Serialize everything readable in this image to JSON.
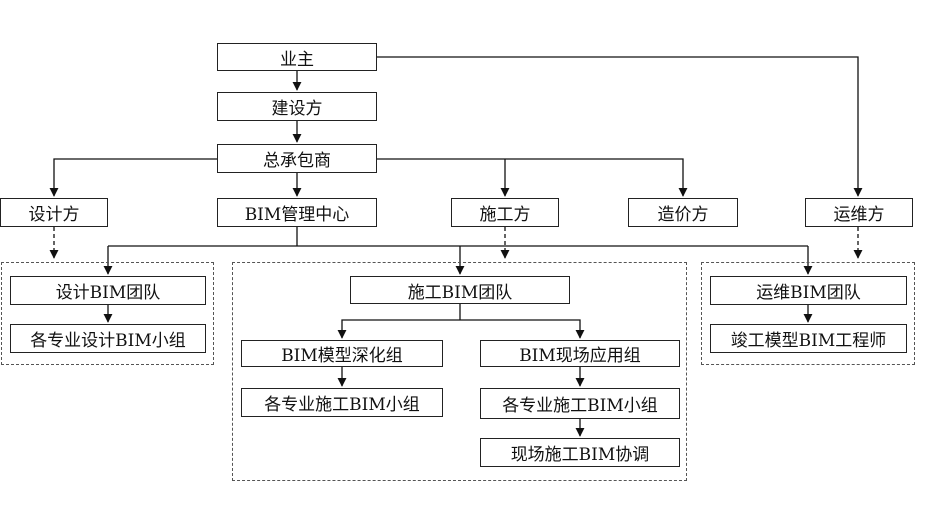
{
  "diagram": {
    "nodes": {
      "owner": "业主",
      "builder": "建设方",
      "general_contractor": "总承包商",
      "designer": "设计方",
      "bim_center": "BIM管理中心",
      "construction": "施工方",
      "cost": "造价方",
      "operations": "运维方",
      "design_bim_team": "设计BIM团队",
      "design_bim_groups": "各专业设计BIM小组",
      "construction_bim_team": "施工BIM团队",
      "bim_model_group": "BIM模型深化组",
      "bim_site_group": "BIM现场应用组",
      "construction_groups_left": "各专业施工BIM小组",
      "construction_groups_right": "各专业施工BIM小组",
      "site_coordination": "现场施工BIM协调",
      "operations_bim_team": "运维BIM团队",
      "as_built_engineer": "竣工模型BIM工程师"
    }
  }
}
